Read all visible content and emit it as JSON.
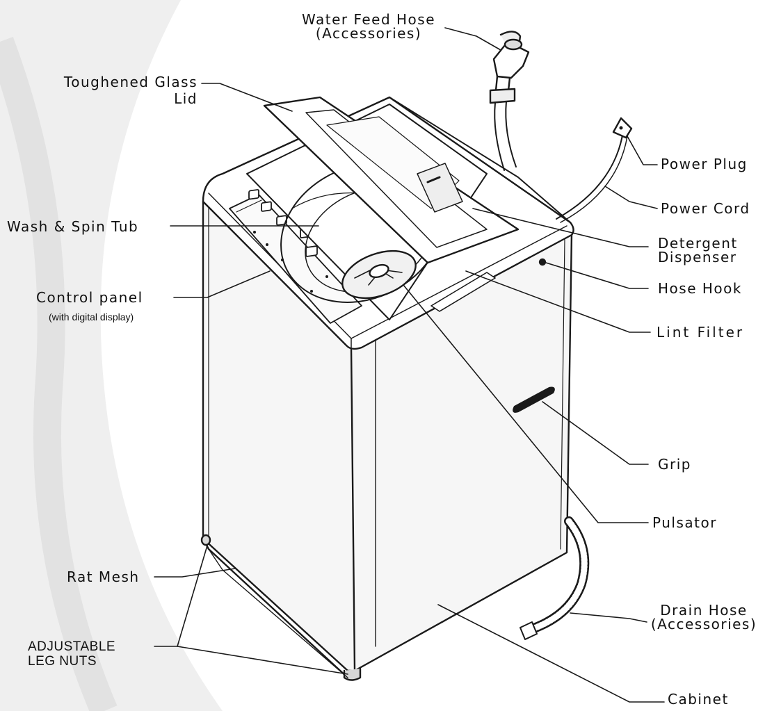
{
  "labels": {
    "water_feed_hose": [
      "Water Feed Hose",
      "(Accessories)"
    ],
    "toughened_glass_lid": [
      "Toughened Glass",
      "Lid"
    ],
    "power_plug": "Power Plug",
    "power_cord": "Power Cord",
    "wash_spin_tub": "Wash & Spin Tub",
    "detergent_dispenser": [
      "Detergent",
      "Dispenser"
    ],
    "hose_hook": "Hose Hook",
    "control_panel": "Control panel",
    "control_panel_note": "(with digital display)",
    "lint_filter": "Lint Filter",
    "grip": "Grip",
    "pulsator": "Pulsator",
    "rat_mesh": "Rat Mesh",
    "drain_hose": [
      "Drain Hose",
      "(Accessories)"
    ],
    "adjustable_leg_nuts": [
      "ADJUSTABLE",
      "LEG NUTS"
    ],
    "cabinet": "Cabinet"
  },
  "colors": {
    "line": "#1a1a1a",
    "body_fill": "#f4f4f4",
    "backdrop_swirl": "#e4e4e4"
  }
}
